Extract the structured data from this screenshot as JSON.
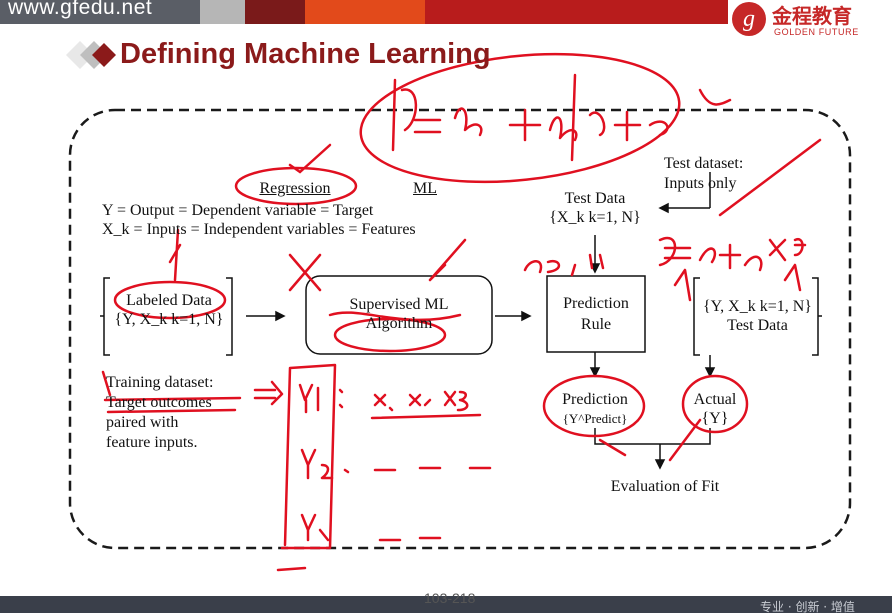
{
  "header": {
    "site": "www.gfedu.net",
    "logo_cn": "金程教育",
    "logo_en": "GOLDEN FUTURE",
    "logo_glyph": "g"
  },
  "slide": {
    "title": "Defining Machine Learning",
    "regression": "Regression",
    "ml": "ML",
    "y_line": "Y = Output = Dependent variable = Target",
    "x_line": "X_k = Inputs = Independent variables = Features",
    "labeled_data": "Labeled Data",
    "labeled_data_set": "{Y, X_k k=1, N}",
    "algorithm_line1": "Supervised ML",
    "algorithm_line2": "Algorithm",
    "test_data": "Test Data",
    "test_data_set": "{X_k k=1, N}",
    "test_dataset_line1": "Test dataset:",
    "test_dataset_line2": "Inputs only",
    "prediction_rule_line1": "Prediction",
    "prediction_rule_line2": "Rule",
    "right_set": "{Y, X_k k=1, N}",
    "right_test_data": "Test Data",
    "training_line1": "Training dataset:",
    "training_line2": "Target outcomes",
    "training_line3": "paired with",
    "training_line4": "feature inputs.",
    "prediction": "Prediction",
    "prediction_set": "{Y^Predict}",
    "actual": "Actual",
    "actual_set": "{Y}",
    "evaluation": "Evaluation of Fit"
  },
  "footer": {
    "page": "103-218",
    "slogan": "专业 · 创新 · 增值"
  },
  "colors": {
    "title": "#8b1a1a",
    "annotation": "#e01020",
    "brand": "#c62828"
  }
}
